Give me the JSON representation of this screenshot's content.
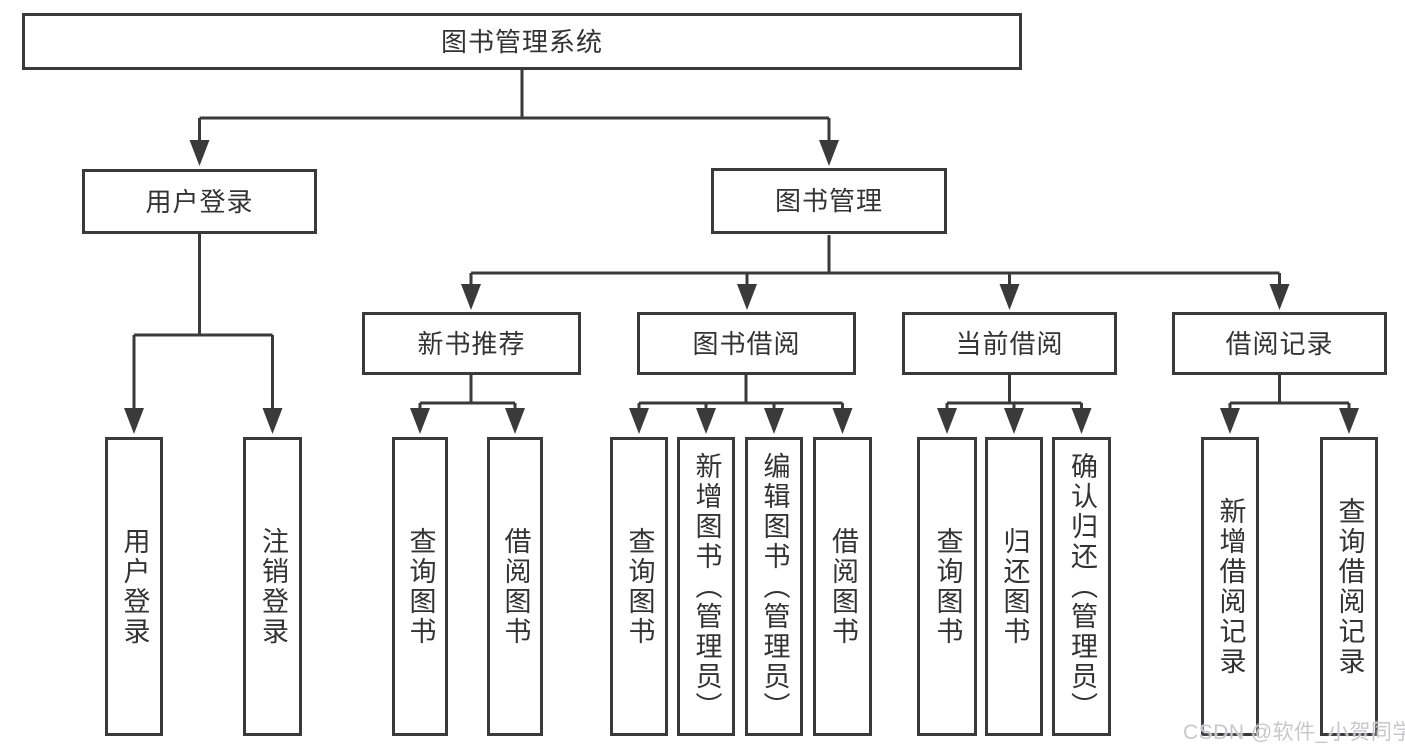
{
  "diagram": {
    "root": {
      "label": "图书管理系统"
    },
    "level2": [
      {
        "label": "用户登录"
      },
      {
        "label": "图书管理"
      }
    ],
    "level3": [
      {
        "label": "新书推荐"
      },
      {
        "label": "图书借阅"
      },
      {
        "label": "当前借阅"
      },
      {
        "label": "借阅记录"
      }
    ],
    "leaves": {
      "user_login": [
        "用户登录",
        "注销登录"
      ],
      "new_book_recommend": [
        "查询图书",
        "借阅图书"
      ],
      "book_borrowing": [
        "查询图书",
        "新增图书（管理员）",
        "编辑图书（管理员）",
        "借阅图书"
      ],
      "current_borrowing": [
        "查询图书",
        "归还图书",
        "确认归还（管理员）"
      ],
      "borrowing_records": [
        "新增借阅记录",
        "查询借阅记录"
      ]
    },
    "watermark": "CSDN @软件_小贺同学",
    "colors": {
      "line": "#3a3a3a",
      "box_border": "#3a3a3a",
      "text": "#333333",
      "watermark": "#c8c8cc",
      "background": "#ffffff"
    }
  }
}
